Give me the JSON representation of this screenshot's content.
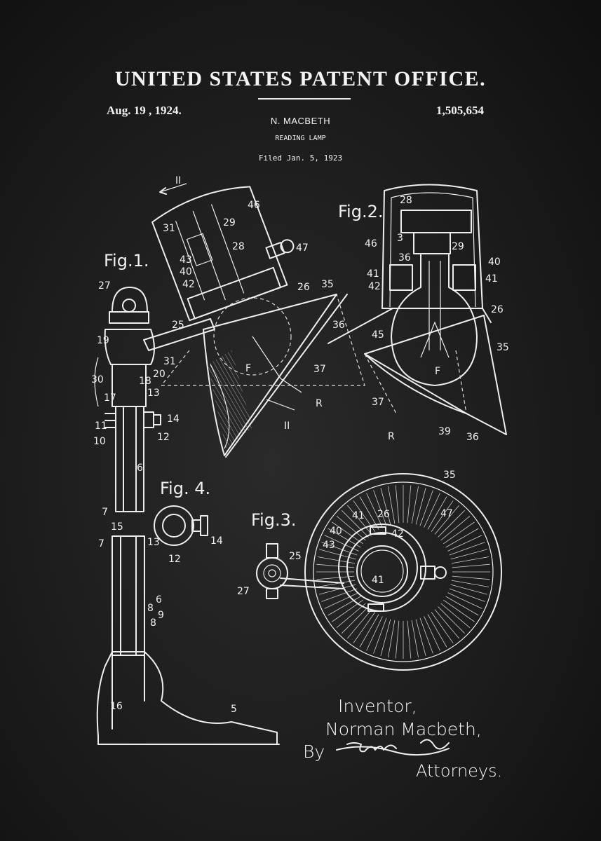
{
  "header": {
    "office": "UNITED STATES PATENT OFFICE.",
    "date": "Aug. 19 , 1924.",
    "patent_number": "1,505,654",
    "inventor": "N. MACBETH",
    "title": "READING LAMP",
    "filed": "Filed Jan. 5, 1923"
  },
  "figures": {
    "fig1": "Fig.1.",
    "fig2": "Fig.2.",
    "fig3": "Fig.3.",
    "fig4": "Fig. 4."
  },
  "section_marks": [
    "II",
    "II"
  ],
  "ref_labels": {
    "fig1": [
      "27",
      "25",
      "19",
      "30",
      "20",
      "18",
      "17",
      "13",
      "14",
      "11",
      "10",
      "12",
      "31",
      "46",
      "29",
      "31",
      "28",
      "43",
      "40",
      "42",
      "47",
      "26",
      "35",
      "36",
      "37",
      "F",
      "R",
      "6",
      "7",
      "15",
      "7",
      "6",
      "8",
      "9",
      "8",
      "16",
      "5"
    ],
    "fig2": [
      "28",
      "46",
      "3",
      "29",
      "36",
      "40",
      "41",
      "42",
      "41",
      "26",
      "45",
      "F",
      "35",
      "37",
      "R",
      "39",
      "36"
    ],
    "fig3": [
      "35",
      "41",
      "26",
      "40",
      "43",
      "42",
      "47",
      "25",
      "27",
      "41"
    ],
    "fig4": [
      "13",
      "14",
      "12"
    ]
  },
  "signature": {
    "inventor_label": "Inventor,",
    "inventor_name": "Norman Macbeth,",
    "by": "By",
    "attorneys": "Attorneys."
  },
  "colors": {
    "background": "#1b1b1b",
    "ink": "#f2f2f2"
  }
}
